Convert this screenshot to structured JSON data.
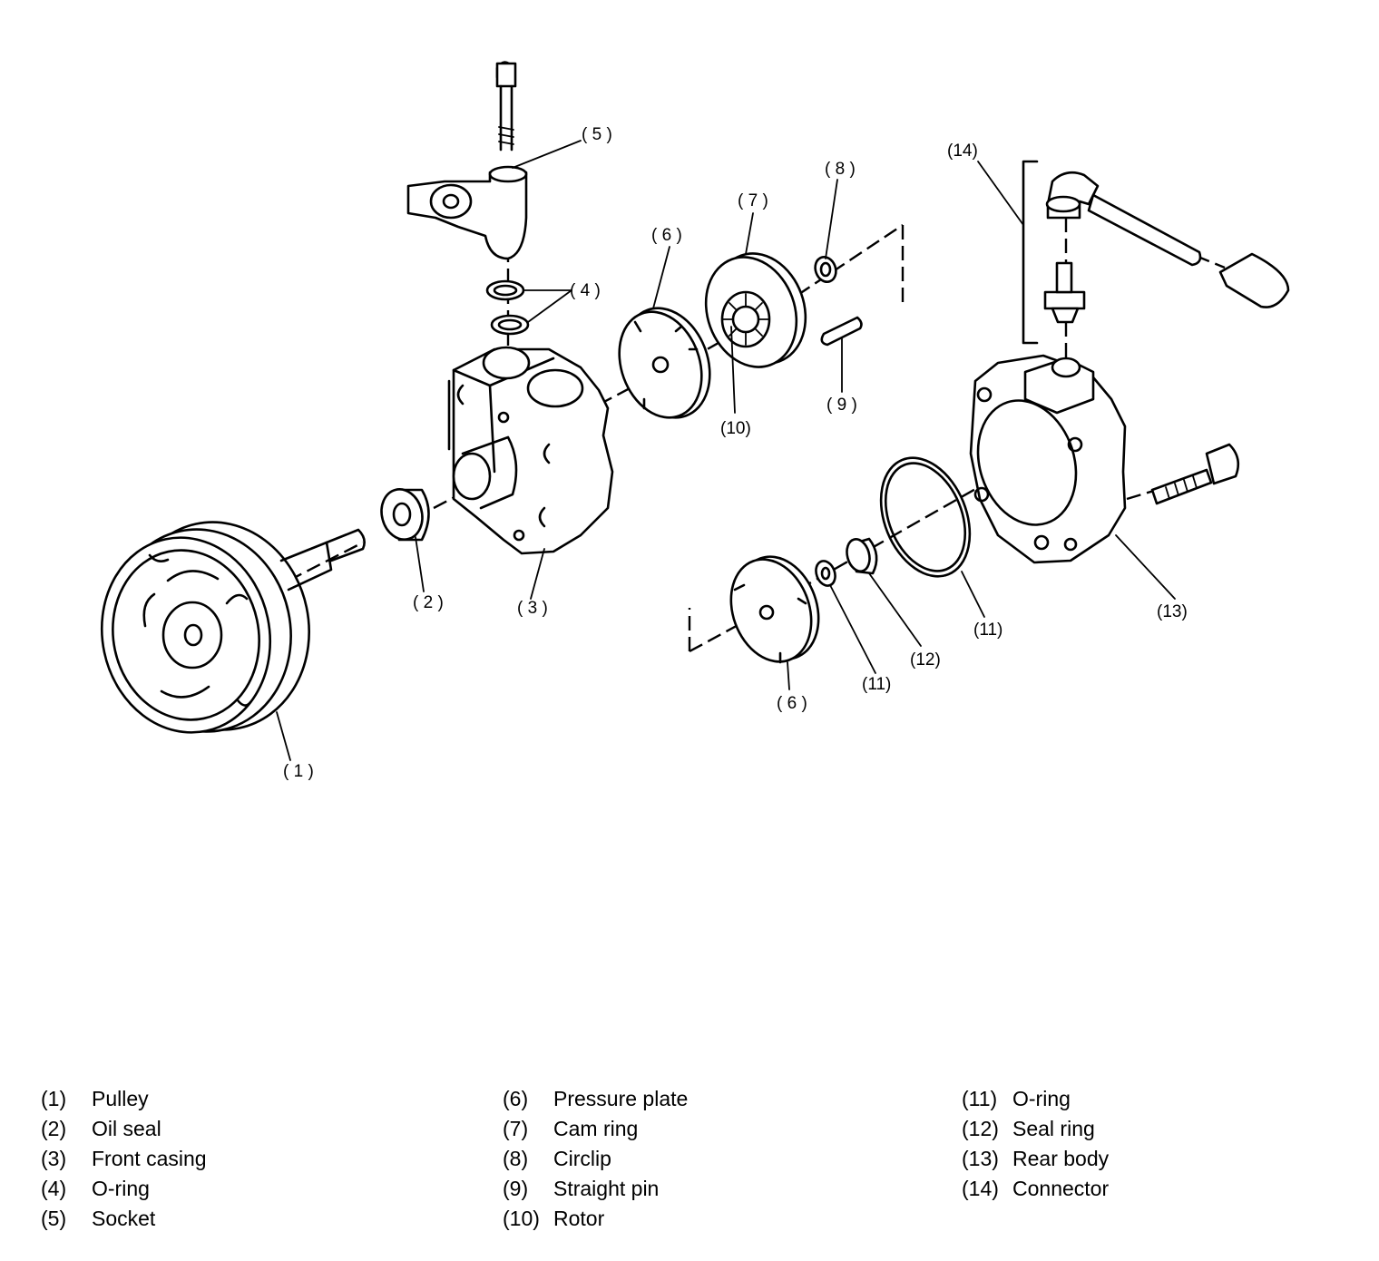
{
  "callouts": {
    "c1": "( 1 )",
    "c2": "( 2 )",
    "c3": "( 3 )",
    "c4": "( 4 )",
    "c5": "( 5 )",
    "c6a": "( 6 )",
    "c6b": "( 6 )",
    "c7": "( 7 )",
    "c8": "( 8 )",
    "c9": "( 9 )",
    "c10": "(10)",
    "c11a": "(11)",
    "c11b": "(11)",
    "c12": "(12)",
    "c13": "(13)",
    "c14": "(14)"
  },
  "legend": {
    "columns": [
      [
        {
          "num": "(1)",
          "text": "Pulley"
        },
        {
          "num": "(2)",
          "text": "Oil seal"
        },
        {
          "num": "(3)",
          "text": "Front casing"
        },
        {
          "num": "(4)",
          "text": "O-ring"
        },
        {
          "num": "(5)",
          "text": "Socket"
        }
      ],
      [
        {
          "num": "(6)",
          "text": "Pressure plate"
        },
        {
          "num": "(7)",
          "text": "Cam ring"
        },
        {
          "num": "(8)",
          "text": "Circlip"
        },
        {
          "num": "(9)",
          "text": "Straight pin"
        },
        {
          "num": "(10)",
          "text": "Rotor"
        }
      ],
      [
        {
          "num": "(11)",
          "text": "O-ring"
        },
        {
          "num": "(12)",
          "text": "Seal ring"
        },
        {
          "num": "(13)",
          "text": "Rear body"
        },
        {
          "num": "(14)",
          "text": "Connector"
        }
      ]
    ]
  }
}
